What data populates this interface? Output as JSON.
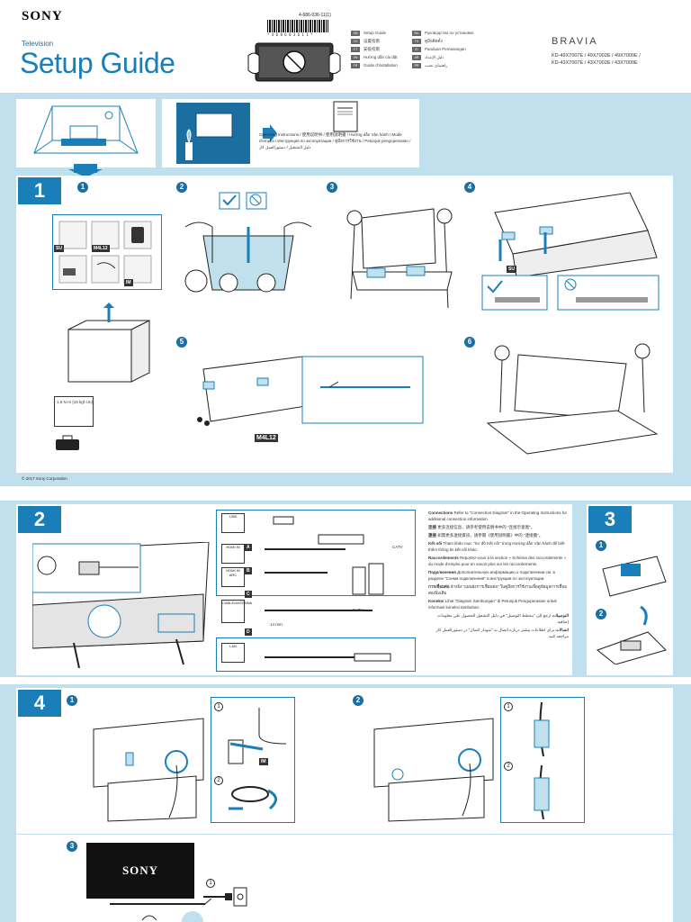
{
  "header": {
    "brand": "SONY",
    "product_type": "Television",
    "title": "Setup Guide",
    "part_number": "4-686-036-11(1)",
    "barcode_digits": "* 4 6 8 6 0 3 6 1 1 *",
    "languages_left": [
      {
        "code": "GB",
        "name": "Setup Guide"
      },
      {
        "code": "CS",
        "name": "设置指南"
      },
      {
        "code": "CT",
        "name": "安裝指南"
      },
      {
        "code": "VN",
        "name": "Hướng dẫn cài đặt"
      },
      {
        "code": "FR",
        "name": "Guide d'installation"
      }
    ],
    "languages_right": [
      {
        "code": "RU",
        "name": "Руководство по установке"
      },
      {
        "code": "TH",
        "name": "คู่มือติดตั้ง"
      },
      {
        "code": "ID",
        "name": "Panduan Pemasangan"
      },
      {
        "code": "AR",
        "name": "دليل الإعداد"
      },
      {
        "code": "PR",
        "name": "راهنمای نصب"
      }
    ],
    "series": "BRAVIA",
    "models_line1": "KD-49X7007E / 49X7002E / 49X7000E /",
    "models_line2": "KD-43X7007E / 43X7002E / 43X7000E"
  },
  "intro": {
    "oi_caption": "Operating Instructions / 使用说明书 / 使用說明書 / Hướng dẫn Vận hành / Mode d'emploi / Инструкция по эксплуатации / คู่มือการใช้งาน / Petunjuk pengoperasian / دليل التشغيل / دستورالعمل كار"
  },
  "step1": {
    "number": "1",
    "substeps": [
      "1",
      "2",
      "3",
      "4",
      "5",
      "6"
    ],
    "parts": [
      "SU",
      "M4L12",
      "IM"
    ],
    "torque": "1.5 N·m {15 kgf·cm}",
    "screw_tag": "M4L12"
  },
  "copyright": "© 2017 Sony Corporation",
  "step2": {
    "number": "2",
    "ports": [
      "USB",
      "HDMI IN",
      "HDMI IN ARC",
      "CABLE/ANTENNA",
      "LAN"
    ],
    "port_codes": [
      "A",
      "B",
      "C",
      "D"
    ],
    "cable_size": "14 mm",
    "catv": "CATV",
    "connections_text": [
      {
        "label": "Connections",
        "text": "Refer to \"Connection Diagram\" in the Operating Instructions for additional connection information."
      },
      {
        "label": "连接",
        "text": "更多连接信息，请参考使用说明书中的 \"连接示意图\"。"
      },
      {
        "label": "連接",
        "text": "如需更多連接資訊，請參閱《使用說明書》中的 \"連接圖\"。"
      },
      {
        "label": "Kết nối",
        "text": "Tham khảo mục \"Sơ đồ Kết nối\" trong Hướng dẫn Vận hành để biết thêm thông tin kết nối khác."
      },
      {
        "label": "Raccordements",
        "text": "Reportez-vous à la section « Schéma des raccordements » du mode d'emploi pour en savoir plus sur les raccordements."
      },
      {
        "label": "Подключения",
        "text": "Дополнительную информацию о подключении см. в разделе \"Схема подключения\" в инструкции по эксплуатации."
      },
      {
        "label": "การเชื่อมต่อ",
        "text": "อ้างอิง \"แผนผังการเชื่อมต่อ\" ในคู่มือการใช้งานเพื่อดูข้อมูลการเชื่อมต่อเพิ่มเติม"
      },
      {
        "label": "Koneksi",
        "text": "Lihat \"Diagram Sambungan\" di Petunjuk Pengoperasian untuk informasi koneksi tambahan."
      },
      {
        "label": "التوصيلات",
        "text": "ارجع إلى \"مخطط التوصيل\" في دليل التشغيل للحصول على معلومات إضافية."
      },
      {
        "label": "اتصالات",
        "text": "برای اطلاعات بیشتر درباره اتصال به \"نمودار اتصال\" در دستورالعمل كار مراجعه كنید."
      }
    ]
  },
  "step3": {
    "number": "3",
    "substeps": [
      "1",
      "2"
    ]
  },
  "step4": {
    "number": "4",
    "substeps": [
      "1",
      "2",
      "3"
    ],
    "inner_steps": [
      "1",
      "2"
    ],
    "tag": "IM",
    "tv_brand": "SONY"
  },
  "colors": {
    "accent": "#1a7fb8",
    "band": "#bfe0ec",
    "dark_blue": "#1a6fa0"
  }
}
